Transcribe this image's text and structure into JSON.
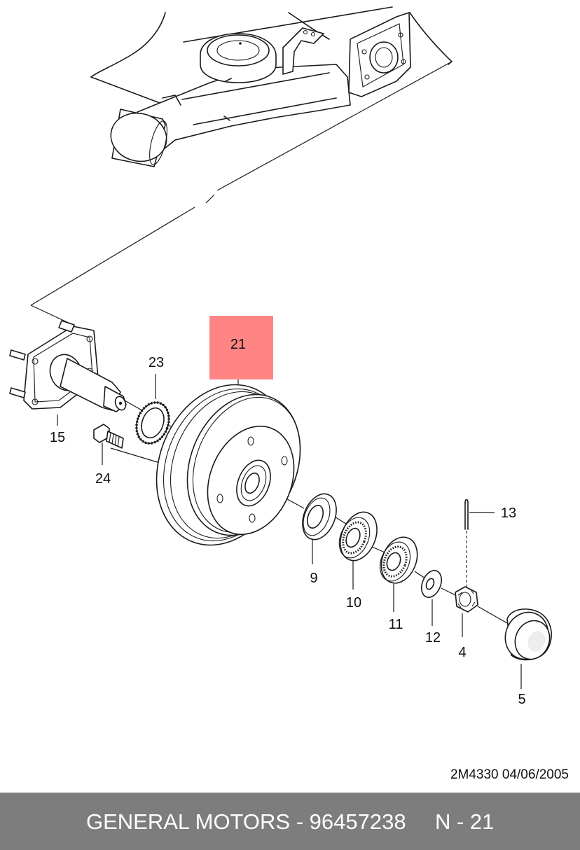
{
  "callouts": {
    "c21": "21",
    "c23": "23",
    "c15": "15",
    "c24": "24",
    "c13": "13",
    "c9": "9",
    "c10": "10",
    "c11": "11",
    "c12": "12",
    "c4": "4",
    "c5": "5"
  },
  "highlight": {
    "part": "21",
    "color": "#ff8585"
  },
  "drawing": {
    "code": "2M4330  04/06/2005"
  },
  "footer": {
    "brand_part": "GENERAL MOTORS - 96457238",
    "page_ref": "N - 21",
    "background": "#7d7d7d"
  }
}
